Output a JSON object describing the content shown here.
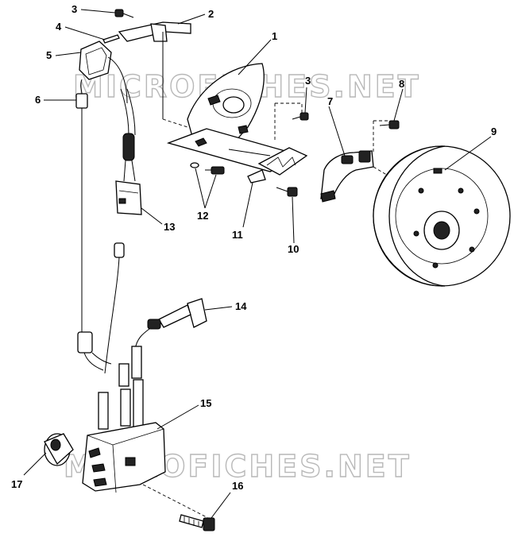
{
  "watermark": {
    "line_1": "MICROFICHES.NET",
    "line_2": "MICROFICHES.NET"
  },
  "callouts": [
    {
      "id": "c1",
      "text": "1"
    },
    {
      "id": "c2",
      "text": "2"
    },
    {
      "id": "c3a",
      "text": "3"
    },
    {
      "id": "c3b",
      "text": "3"
    },
    {
      "id": "c4",
      "text": "4"
    },
    {
      "id": "c5",
      "text": "5"
    },
    {
      "id": "c6",
      "text": "6"
    },
    {
      "id": "c7",
      "text": "7"
    },
    {
      "id": "c8",
      "text": "8"
    },
    {
      "id": "c9",
      "text": "9"
    },
    {
      "id": "c10",
      "text": "10"
    },
    {
      "id": "c11",
      "text": "11"
    },
    {
      "id": "c12",
      "text": "12"
    },
    {
      "id": "c13",
      "text": "13"
    },
    {
      "id": "c14",
      "text": "14"
    },
    {
      "id": "c15",
      "text": "15"
    },
    {
      "id": "c16",
      "text": "16"
    },
    {
      "id": "c17",
      "text": "17"
    }
  ]
}
